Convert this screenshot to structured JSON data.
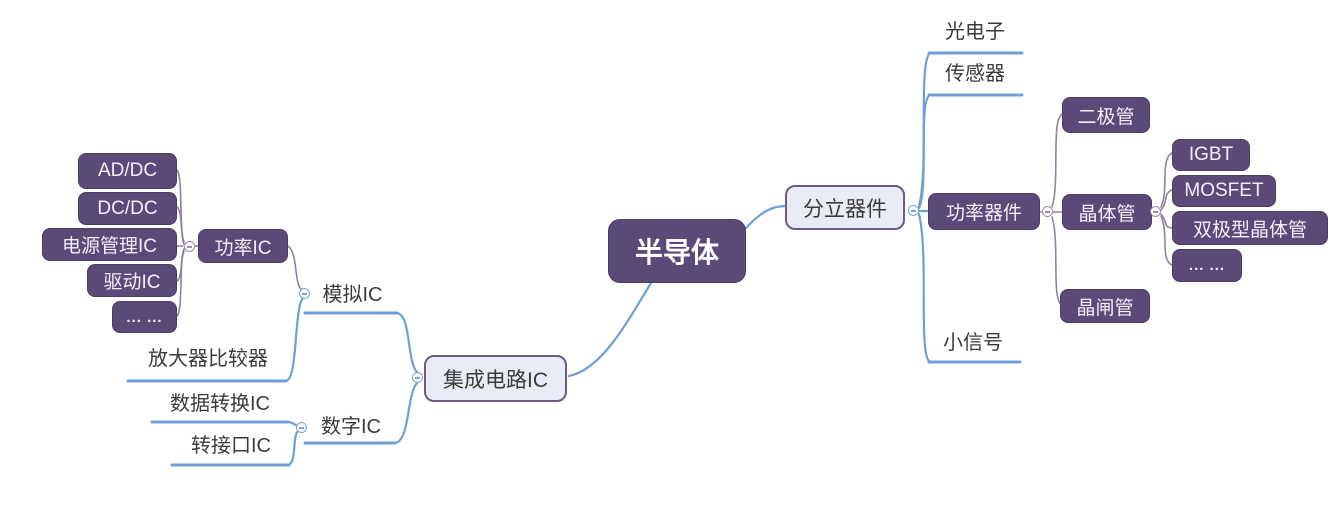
{
  "mindmap": {
    "root": {
      "label": "半导体"
    },
    "left_branch": {
      "ic": "集成电路IC",
      "analog_ic": "模拟IC",
      "digital_ic": "数字IC",
      "power_ic": "功率IC",
      "power_ic_children": [
        "AD/DC",
        "DC/DC",
        "电源管理IC",
        "驱动IC",
        "... ..."
      ],
      "amplifier_comparator": "放大器比较器",
      "digital_ic_children": [
        "数据转换IC",
        "转接口IC"
      ]
    },
    "right_branch": {
      "discrete": "分立器件",
      "discrete_text_children": [
        "光电子",
        "传感器",
        "小信号"
      ],
      "power_devices": "功率器件",
      "power_devices_children": [
        "二极管",
        "晶体管",
        "晶闸管"
      ],
      "transistor_children": [
        "IGBT",
        "MOSFET",
        "双极型晶体管",
        "... ..."
      ]
    },
    "icons": {
      "collapse_toggle": "minus-circle-icon"
    },
    "colors": {
      "dark_node_fill": "#5b4a77",
      "light_node_fill": "#e9ecf6",
      "light_node_border": "#6b5b85",
      "blue_branch": "#6f9fd8",
      "purple_branch": "#8f81a0",
      "canvas_background": "#ffffff"
    }
  }
}
